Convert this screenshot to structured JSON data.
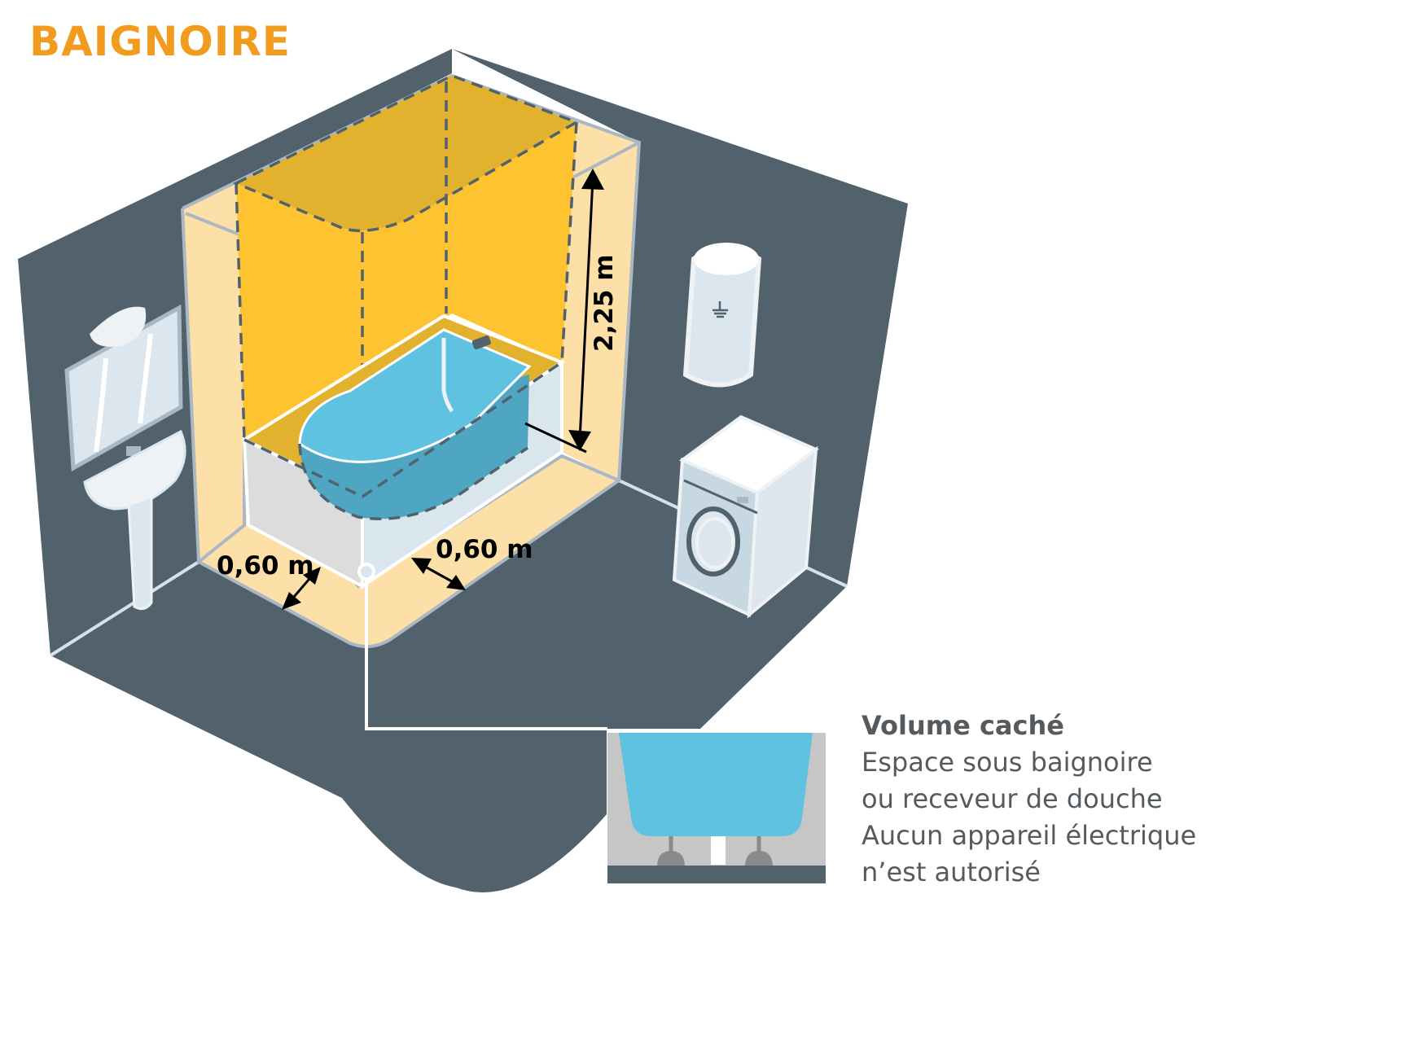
{
  "title": "BAIGNOIRE",
  "colors": {
    "title": "#f29c1f",
    "wall": "#52626d",
    "zone1": "#fdc330",
    "zone1_top": "#e2b22e",
    "zone2": "#fddfa8",
    "tub": "#5ec2e0",
    "tub_side": "#4fa6c2",
    "fixture": "#dbe6ee",
    "text": "#555a5e"
  },
  "dimensions": {
    "height": "2,25 m",
    "width_left": "0,60 m",
    "width_right": "0,60 m"
  },
  "callout": {
    "heading": "Volume caché",
    "lines": [
      "Espace sous baignoire",
      "ou receveur de douche",
      "Aucun appareil électrique",
      "n’est autorisé"
    ]
  },
  "icons": {
    "water_heater_symbol": "earth-ground-icon"
  }
}
